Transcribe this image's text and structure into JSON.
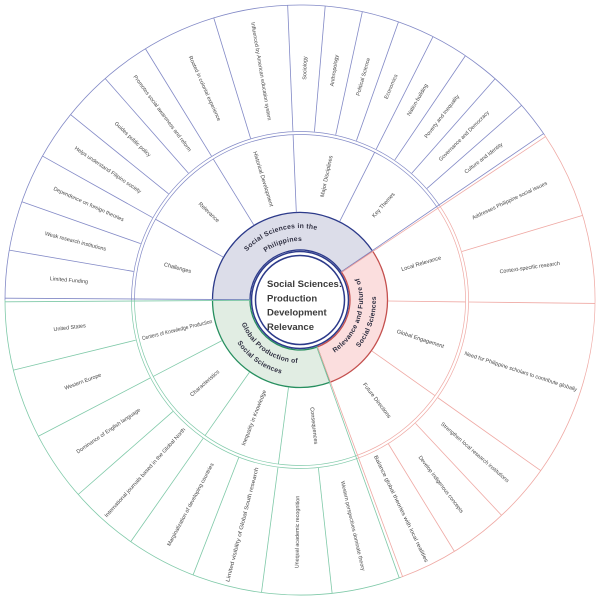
{
  "title": {
    "lines": [
      "Social Sciences:",
      "Production",
      "Development",
      "Relevance"
    ]
  },
  "branches": [
    {
      "id": "philippines",
      "label": "Social Sciences in the Philippines",
      "label_lines": [
        "Social Sciences in the",
        "Philippines"
      ],
      "colors": {
        "dark": "#2c3a8a",
        "light": "#8289c6",
        "fill": "#dcdde9"
      },
      "children": [
        {
          "label": "Challenges",
          "leaves": [
            "Limited Funding",
            "Weak research institutions",
            "Dependence on foreign theories"
          ]
        },
        {
          "label": "Relevance",
          "leaves": [
            "Helps understand Filipino society",
            "Guides public policy",
            "Promotes social awareness and reform"
          ]
        },
        {
          "label": "Historical Development",
          "leaves": [
            "Rooted in colonial experience",
            "Influenced by American education system"
          ]
        },
        {
          "label": "Major Disciplines",
          "leaves": [
            "Sociology",
            "Anthropology",
            "Political Science",
            "Economics"
          ]
        },
        {
          "label": "Key Themes",
          "leaves": [
            "Nation-building",
            "Poverty and Inequality",
            "Governance and Democracy",
            "Culture and Identity"
          ]
        }
      ]
    },
    {
      "id": "relevance-future",
      "label": "Relevance and Future of Social Sciences",
      "label_lines": [
        "Relevance and Future of",
        "Social Sciences"
      ],
      "colors": {
        "dark": "#c4504e",
        "light": "#efa9a4",
        "fill": "#fbdede"
      },
      "children": [
        {
          "label": "Local Relevance",
          "leaves": [
            "Addresses Philippine social issues",
            "Context-specific research"
          ]
        },
        {
          "label": "Global Engagement",
          "leaves": [
            "Need for Philippine scholars to contribute globally"
          ]
        },
        {
          "label": "Future Directions",
          "leaves": [
            "Strengthen local research institutions",
            "Develop indigenous concepts",
            "Balance global theories with local realities"
          ]
        }
      ]
    },
    {
      "id": "global-production",
      "label": "Global Production of Social Sciences",
      "label_lines": [
        "Global Production of",
        "Social Sciences"
      ],
      "colors": {
        "dark": "#278f5f",
        "light": "#7fc9a8",
        "fill": "#e1ede3"
      },
      "children": [
        {
          "label": "Centers of Knowledge Production",
          "leaves": [
            "United States",
            "Western Europe"
          ]
        },
        {
          "label": "Characteristics",
          "leaves": [
            "Dominance of English language",
            "International journals based in the Global North"
          ]
        },
        {
          "label": "Inequality in Knowledge",
          "leaves": [
            "Marginalization of developing countries",
            "Limited visibility of Global South research"
          ]
        },
        {
          "label": "Consequences",
          "leaves": [
            "Unequal academic recognition",
            "Western perspectives dominate theory"
          ]
        }
      ]
    }
  ]
}
